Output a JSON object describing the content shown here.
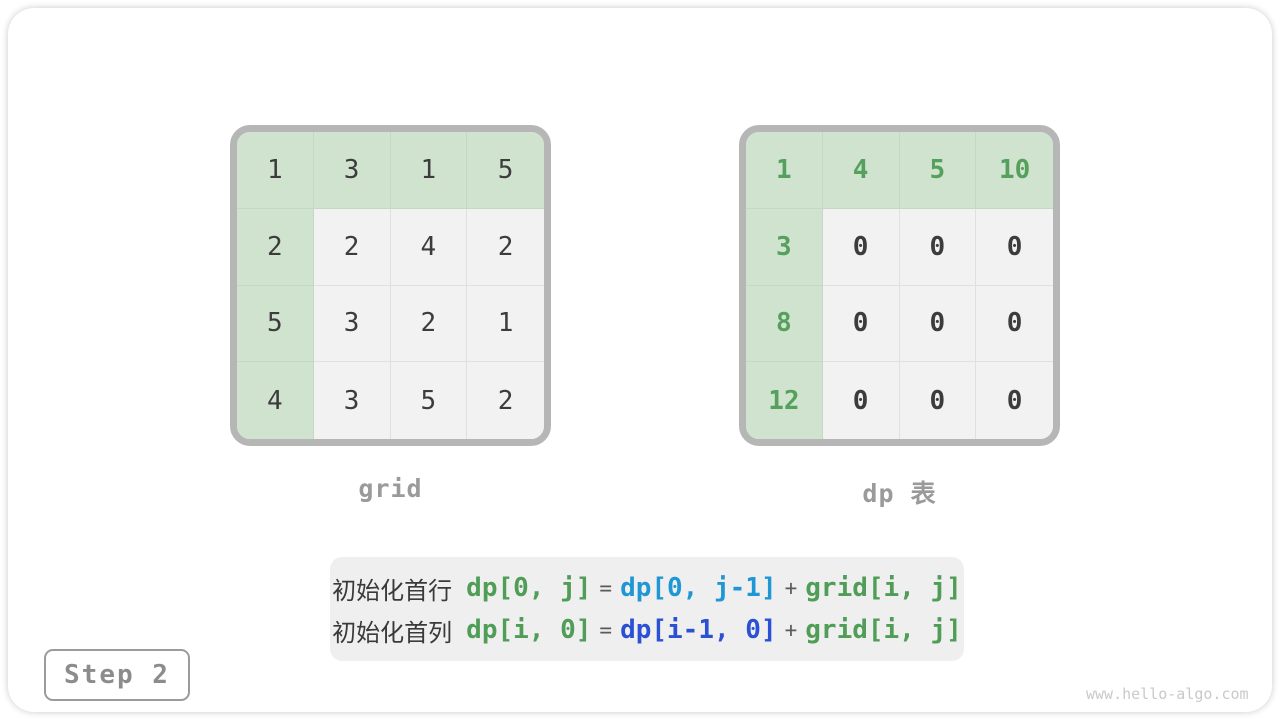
{
  "grids": {
    "left": {
      "caption": "grid",
      "rows": [
        [
          "1",
          "3",
          "1",
          "5"
        ],
        [
          "2",
          "2",
          "4",
          "2"
        ],
        [
          "5",
          "3",
          "2",
          "1"
        ],
        [
          "4",
          "3",
          "5",
          "2"
        ]
      ]
    },
    "right": {
      "caption": "dp 表",
      "rows": [
        [
          "1",
          "4",
          "5",
          "10"
        ],
        [
          "3",
          "0",
          "0",
          "0"
        ],
        [
          "8",
          "0",
          "0",
          "0"
        ],
        [
          "12",
          "0",
          "0",
          "0"
        ]
      ]
    }
  },
  "formula": {
    "lines": [
      {
        "label": "初始化首行",
        "lhs": "dp[0, j]",
        "eq": "=",
        "mid": "dp[0, j-1]",
        "plus": "+",
        "rhs": "grid[i, j]"
      },
      {
        "label": "初始化首列",
        "lhs": "dp[i, 0]",
        "eq": "=",
        "mid": "dp[i-1, 0]",
        "plus": "+",
        "rhs": "grid[i, j]"
      }
    ]
  },
  "step": {
    "label": "Step 2"
  },
  "watermark": "www.hello-algo.com",
  "colors": {
    "cell_green_bg": "#d0e3cf",
    "cell_gray_bg": "#f2f2f2",
    "grid_border": "#b6b6b6",
    "green_text": "#4f9d57",
    "dp_number_green": "#55a05c",
    "blue_light": "#1f97d4",
    "blue_dark": "#2b50d4",
    "formula_bg": "#efefef",
    "caption_gray": "#9a9a9a",
    "dark_text": "#3c3c3c"
  }
}
